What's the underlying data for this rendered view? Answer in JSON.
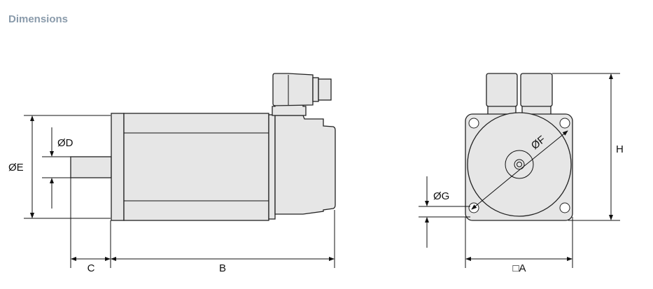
{
  "title": "Dimensions",
  "side_view": {
    "labels": {
      "E": "ØE",
      "D": "ØD",
      "C": "C",
      "B": "B"
    }
  },
  "front_view": {
    "labels": {
      "F": "ØF",
      "G": "ØG",
      "H": "H",
      "A": "□A"
    }
  },
  "colors": {
    "title": "#8a9bab",
    "body_fill": "#e6e6e6",
    "line": "#111111"
  }
}
